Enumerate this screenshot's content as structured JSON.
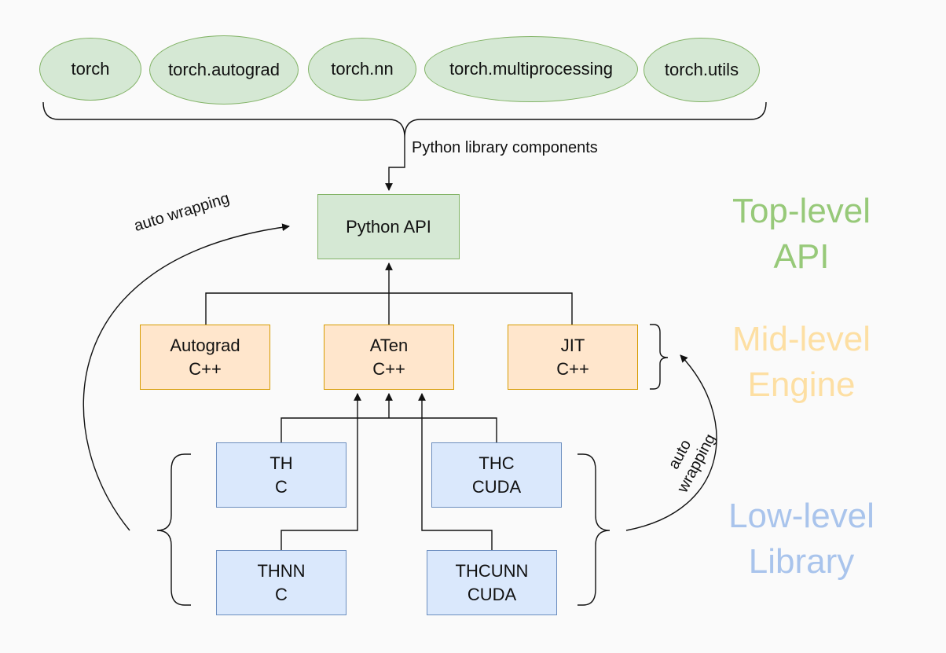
{
  "modules": [
    "torch",
    "torch.autograd",
    "torch.nn",
    "torch.multiprocessing",
    "torch.utils"
  ],
  "python_components_label": "Python library components",
  "python_api": "Python API",
  "autograd": {
    "line1": "Autograd",
    "line2": "C++"
  },
  "aten": {
    "line1": "ATen",
    "line2": "C++"
  },
  "jit": {
    "line1": "JIT",
    "line2": "C++"
  },
  "th": {
    "line1": "TH",
    "line2": "C"
  },
  "thc": {
    "line1": "THC",
    "line2": "CUDA"
  },
  "thnn": {
    "line1": "THNN",
    "line2": "C"
  },
  "thcunn": {
    "line1": "THCUNN",
    "line2": "CUDA"
  },
  "auto_wrapping_left": "auto wrapping",
  "auto_wrapping_right": {
    "line1": "auto",
    "line2": "wrapping"
  },
  "levels": {
    "top": {
      "line1": "Top-level",
      "line2": "API",
      "color": "#97c979"
    },
    "mid": {
      "line1": "Mid-level",
      "line2": "Engine",
      "color": "#fddfa3"
    },
    "low": {
      "line1": "Low-level",
      "line2": "Library",
      "color": "#a9c4ec"
    }
  },
  "colors": {
    "green_fill": "#d5e8d4",
    "green_stroke": "#82b366",
    "orange_fill": "#ffe6cc",
    "orange_stroke": "#d79b00",
    "blue_fill": "#dae8fc",
    "blue_stroke": "#6c8ebf"
  }
}
